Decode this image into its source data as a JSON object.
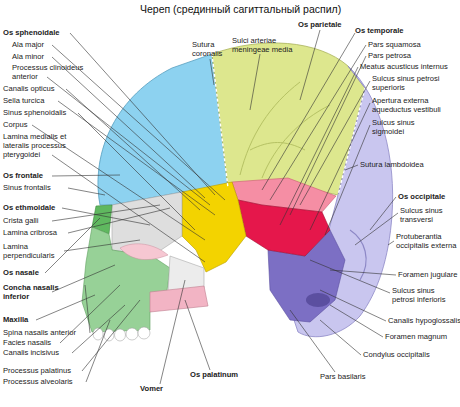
{
  "diagram": {
    "title": "Череп (срединный сагиттальный распил)",
    "labels": [
      "Os sphenoidale",
      "Ala major",
      "Ala minor",
      "Processus clinoideus anterior",
      "Canalis opticus",
      "Sella turcica",
      "Sinus sphenoidalis",
      "Corpus",
      "Lamina medialis et lateralis processus pterygoidei",
      "Os frontale",
      "Sinus frontalis",
      "Os ethmoidale",
      "Crista galli",
      "Lamina cribrosa",
      "Lamina perpendicularis",
      "Os nasale",
      "Concha nasalis inferior",
      "Maxilla",
      "Spina nasalis anterior",
      "Facies nasalis",
      "Canalis incisivus",
      "Processus palatinus",
      "Processus alveolaris",
      "Sutura coronalis",
      "Sulci arteriae meningeae media",
      "Os parietale",
      "Os temporale",
      "Pars squamosa",
      "Pars petrosa",
      "Meatus acusticus internus",
      "Sulcus sinus petrosi superioris",
      "Apertura externa aqueductus vestibuli",
      "Sulcus sinus sigmoidei",
      "Sutura lambdoidea",
      "Os occipitale",
      "Sulcus sinus transversi",
      "Protuberantia occipitalis externa",
      "Foramen jugulare",
      "Sulcus sinus petrosi inferioris",
      "Canalis hypoglossalis",
      "Foramen magnum",
      "Condylus occipitalis",
      "Pars basilaris",
      "Vomer",
      "Os palatinum"
    ]
  }
}
